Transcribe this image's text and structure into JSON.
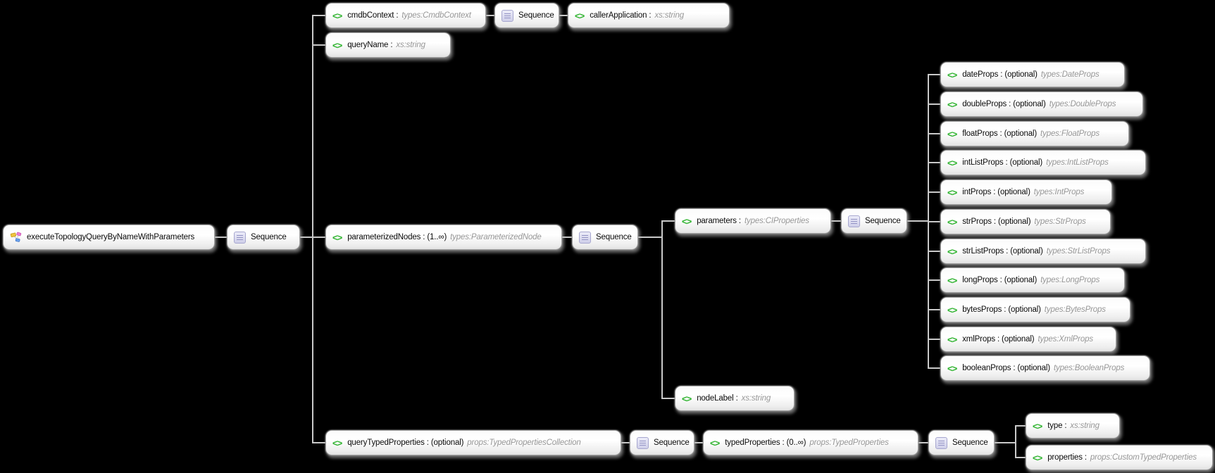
{
  "diagram_type": "xml-schema-tree",
  "colors": {
    "background": "#000000",
    "element_icon_green": "#2db32d",
    "sequence_icon_fill": "#dcdcf2",
    "sequence_icon_border": "#a7a7cf",
    "connector_line": "#c9c9c9",
    "box_border": "#9f9f9f",
    "box_fill": "#ffffff",
    "label_text": "#0a0a0a",
    "type_text": "#979797",
    "root_icon_yellow": "#f0c43e",
    "root_icon_pink": "#ef7fd7",
    "root_icon_blue": "#6aa3ef"
  },
  "labels": {
    "sequence": "Sequence"
  },
  "root": {
    "label": "executeTopologyQueryByNameWithParameters"
  },
  "elements": {
    "cmdbContext": {
      "label": "cmdbContext :",
      "type": "types:CmdbContext"
    },
    "callerApplication": {
      "label": "callerApplication :",
      "type": "xs:string"
    },
    "queryName": {
      "label": "queryName :",
      "type": "xs:string"
    },
    "parameterizedNodes": {
      "label": "parameterizedNodes : (1..∞)",
      "type": "types:ParameterizedNode"
    },
    "parameters": {
      "label": "parameters :",
      "type": "types:CIProperties"
    },
    "dateProps": {
      "label": "dateProps : (optional)",
      "type": "types:DateProps"
    },
    "doubleProps": {
      "label": "doubleProps : (optional)",
      "type": "types:DoubleProps"
    },
    "floatProps": {
      "label": "floatProps : (optional)",
      "type": "types:FloatProps"
    },
    "intListProps": {
      "label": "intListProps : (optional)",
      "type": "types:IntListProps"
    },
    "intProps": {
      "label": "intProps : (optional)",
      "type": "types:IntProps"
    },
    "strProps": {
      "label": "strProps : (optional)",
      "type": "types:StrProps"
    },
    "strListProps": {
      "label": "strListProps : (optional)",
      "type": "types:StrListProps"
    },
    "longProps": {
      "label": "longProps : (optional)",
      "type": "types:LongProps"
    },
    "bytesProps": {
      "label": "bytesProps : (optional)",
      "type": "types:BytesProps"
    },
    "xmlProps": {
      "label": "xmlProps : (optional)",
      "type": "types:XmlProps"
    },
    "booleanProps": {
      "label": "booleanProps : (optional)",
      "type": "types:BooleanProps"
    },
    "nodeLabel": {
      "label": "nodeLabel :",
      "type": "xs:string"
    },
    "queryTypedProperties": {
      "label": "queryTypedProperties : (optional)",
      "type": "props:TypedPropertiesCollection"
    },
    "typedProperties": {
      "label": "typedProperties : (0..∞)",
      "type": "props:TypedProperties"
    },
    "type": {
      "label": "type :",
      "type": "xs:string"
    },
    "properties": {
      "label": "properties :",
      "type": "props:CustomTypedProperties"
    }
  }
}
